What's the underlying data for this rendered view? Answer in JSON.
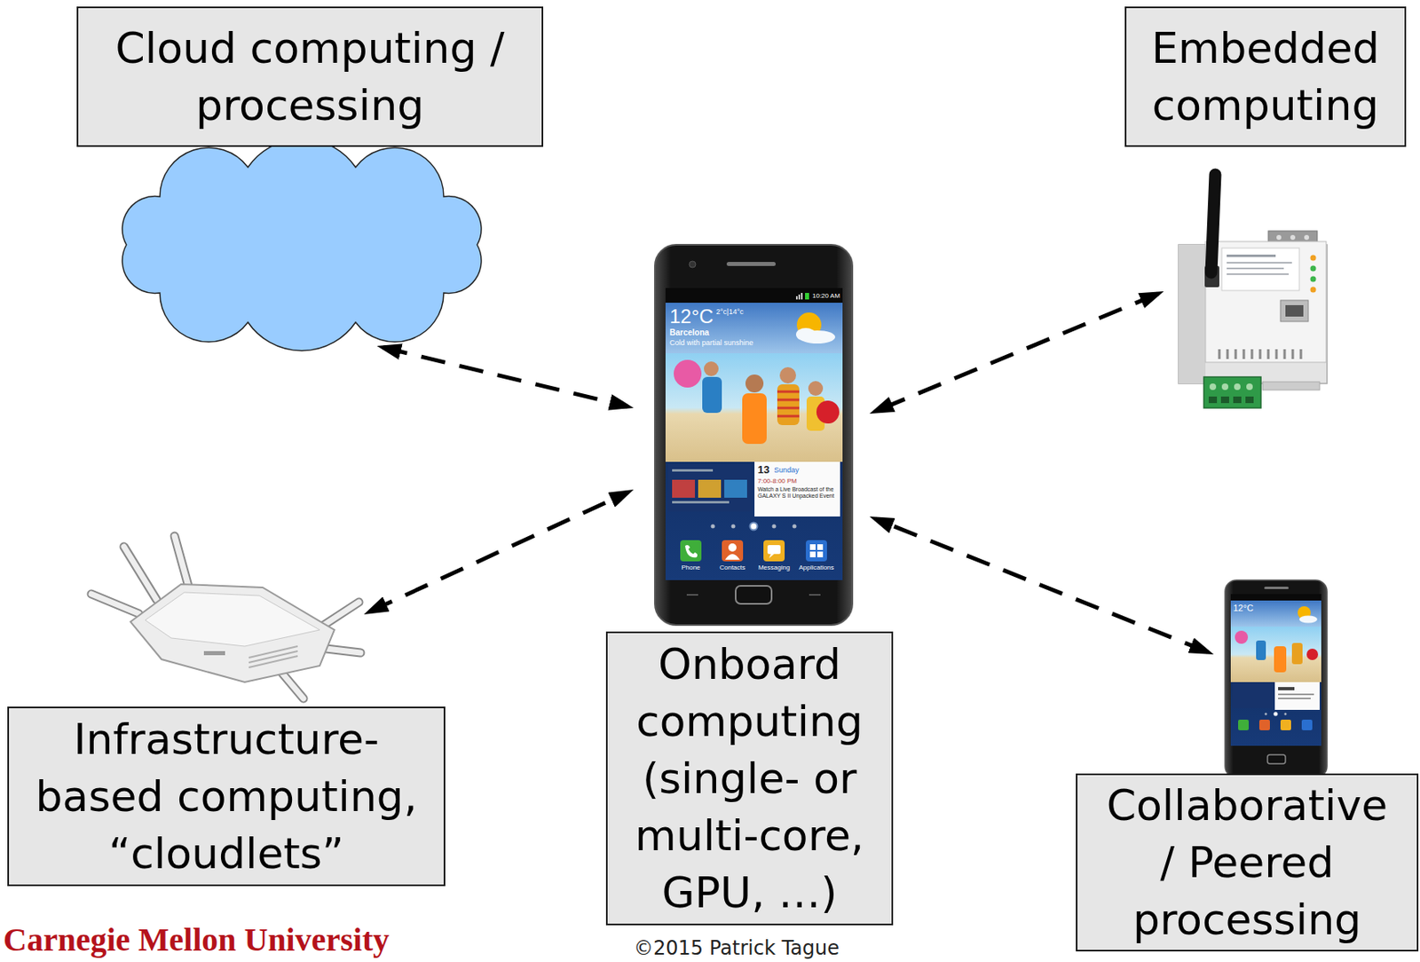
{
  "diagram": {
    "nodes": [
      {
        "text": [
          "Cloud computing / processing"
        ]
      },
      {
        "text": [
          "Embedded computing"
        ]
      },
      {
        "text": [
          "Onboard computing (single- or multi-core, GPU, …)"
        ]
      },
      {
        "text": [
          "Infrastructure- based computing, “cloudlets”"
        ]
      },
      {
        "text": [
          "Collaborative / Peered processing"
        ]
      }
    ],
    "edges": [
      {
        "from": 0,
        "to": 2,
        "arrow": "both"
      },
      {
        "from": 1,
        "to": 2,
        "arrow": "both"
      },
      {
        "from": 3,
        "to": 2,
        "arrow": "both"
      },
      {
        "from": 4,
        "to": 2,
        "arrow": "both"
      }
    ],
    "labels": [
      "10:20 AM",
      "12°C",
      "2°c|14°c",
      "Barcelona",
      "Cold with partial sunshine",
      "13",
      "Sunday",
      "7:00-8:00 PM",
      "Watch a Live Broadcast of the GALAXY S II Unpacked Event",
      "Phone",
      "Contacts",
      "Messaging",
      "Applications",
      "12°C",
      "Carnegie Mellon University",
      "©2015 Patrick Tague"
    ]
  }
}
